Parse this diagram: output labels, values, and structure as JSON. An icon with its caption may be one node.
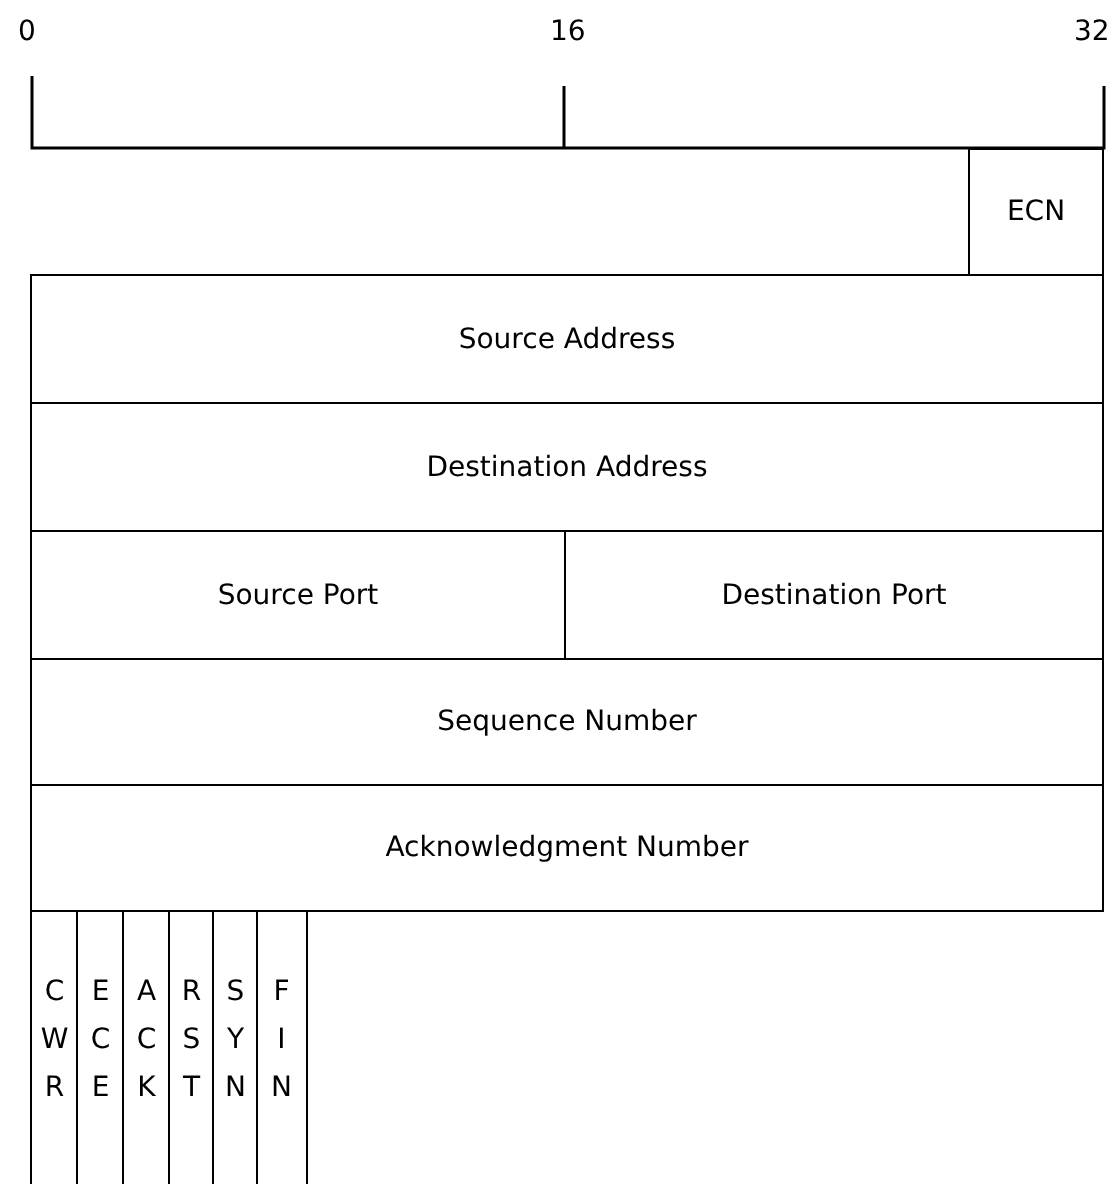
{
  "diagram": {
    "nodes": [
      {
        "text": [
          "ECN"
        ]
      },
      {
        "text": [
          "Source Address"
        ]
      },
      {
        "text": [
          "Destination Address"
        ]
      },
      {
        "text": [
          "Source Port"
        ]
      },
      {
        "text": [
          "Destination Port"
        ]
      },
      {
        "text": [
          "Sequence Number"
        ]
      },
      {
        "text": [
          "Acknowledgment Number"
        ]
      },
      {
        "text": [
          "CWR"
        ]
      },
      {
        "text": [
          "ECE"
        ]
      },
      {
        "text": [
          "ACK"
        ]
      },
      {
        "text": [
          "RST"
        ]
      },
      {
        "text": [
          "SYN"
        ]
      },
      {
        "text": [
          "FIN"
        ]
      }
    ],
    "labels": [
      "0",
      "16",
      "32"
    ]
  }
}
